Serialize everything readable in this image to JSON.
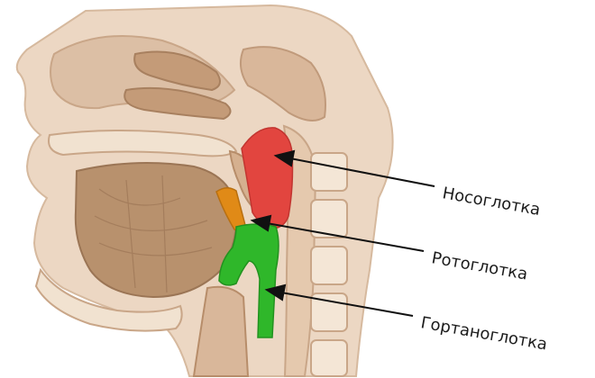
{
  "labels": {
    "nasopharynx": "Носоглотка",
    "oropharynx": "Ротоглотка",
    "laryngopharynx": "Гортаноглотка"
  },
  "colors": {
    "background": "#ffffff",
    "tissue_light": "#ecd7c3",
    "tissue_mid": "#d9b79a",
    "muscle": "#b8916d",
    "muscle_dark": "#9b7555",
    "bone": "#f4e6d6",
    "nasopharynx": "#e2453f",
    "oropharynx": "#e08a17",
    "laryngopharynx": "#2fb72a",
    "arrow": "#111111"
  }
}
